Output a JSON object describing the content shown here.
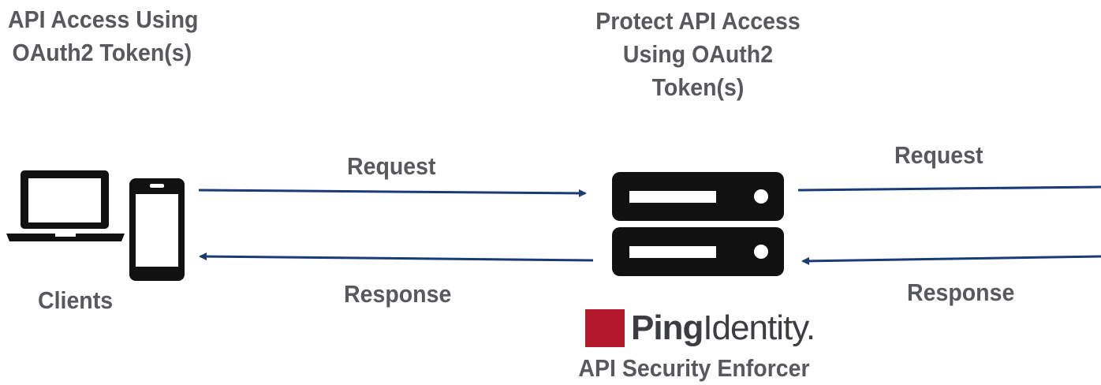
{
  "titles": {
    "left_line1": "API Access Using",
    "left_line2": "OAuth2 Token(s)",
    "center_line1": "Protect API Access",
    "center_line2": "Using OAuth2",
    "center_line3": "Token(s)"
  },
  "flows": {
    "left_request": "Request",
    "left_response": "Response",
    "right_request": "Request",
    "right_response": "Response"
  },
  "nodes": {
    "clients_label": "Clients",
    "enforcer_label": "API Security Enforcer"
  },
  "logo": {
    "brand_bold": "Ping",
    "brand_light": "Identity.",
    "brand_color": "#b3182b"
  },
  "colors": {
    "arrow": "#1a3a78",
    "text": "#57595d",
    "icon": "#111111"
  },
  "icons": [
    "laptop-icon",
    "smartphone-icon",
    "server-icon"
  ]
}
